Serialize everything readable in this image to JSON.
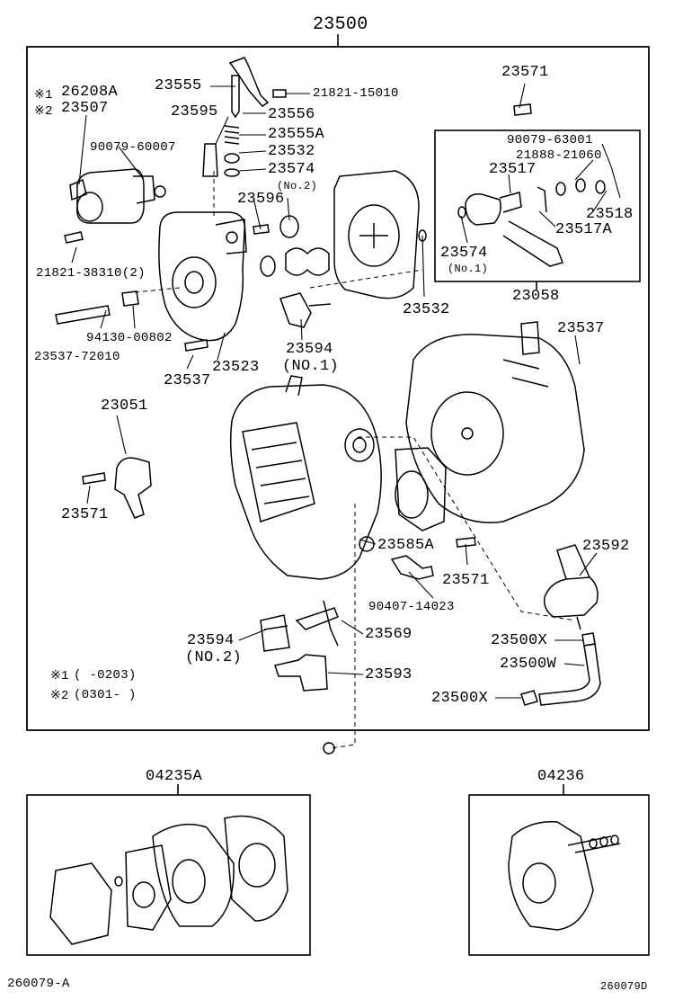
{
  "title_code": "23500",
  "footer_left": "260079-A",
  "footer_right": "260079D",
  "note_mark_1": "※1",
  "note_mark_2": "※2",
  "notes": [
    {
      "mark": "※1",
      "text": "(      -0203)"
    },
    {
      "mark": "※2",
      "text": "(0301-      )"
    }
  ],
  "parts": {
    "p26208A": "26208A",
    "p23507": "23507",
    "p23555": "23555",
    "p21821_15010": "21821-15010",
    "p23595": "23595",
    "p23556": "23556",
    "p23555A": "23555A",
    "p90079_60007": "90079-60007",
    "p23532a": "23532",
    "p23574a": "23574",
    "p23574a_sub": "(No.2)",
    "p23596": "23596",
    "p21821_38310": "21821-38310(2)",
    "p94130_00802": "94130-00802",
    "p23537_72010": "23537-72010",
    "p23523": "23523",
    "p23537a": "23537",
    "p23594a": "23594",
    "p23594a_sub": "(NO.1)",
    "p23532b": "23532",
    "p23571a": "23571",
    "p90079_63001": "90079-63001",
    "p21888_21060": "21888-21060",
    "p23517": "23517",
    "p23518": "23518",
    "p23517A": "23517A",
    "p23574b": "23574",
    "p23574b_sub": "(No.1)",
    "p23058": "23058",
    "p23537b": "23537",
    "p23051": "23051",
    "p23571b": "23571",
    "p23585A": "23585A",
    "p23592": "23592",
    "p23571c": "23571",
    "p90407_14023": "90407-14023",
    "p23594b": "23594",
    "p23594b_sub": "(NO.2)",
    "p23569": "23569",
    "p23500X_a": "23500X",
    "p23500W": "23500W",
    "p23593": "23593",
    "p23500X_b": "23500X",
    "p04235A": "04235A",
    "p04236": "04236"
  }
}
